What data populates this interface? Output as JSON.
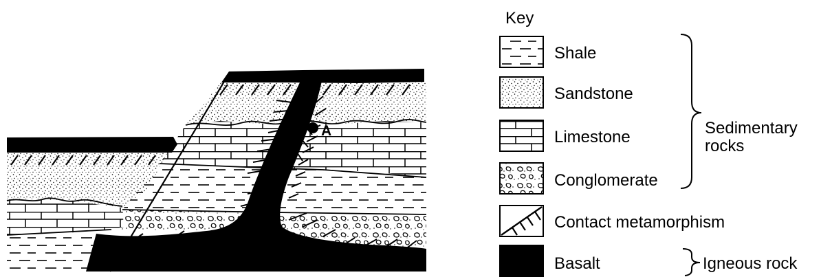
{
  "key": {
    "title": "Key",
    "items": [
      {
        "label": "Shale",
        "symbol": "shale-symbol"
      },
      {
        "label": "Sandstone",
        "symbol": "sandstone-symbol"
      },
      {
        "label": "Limestone",
        "symbol": "limestone-symbol"
      },
      {
        "label": "Conglomerate",
        "symbol": "conglomerate-symbol"
      },
      {
        "label": "Contact metamorphism",
        "symbol": "contact-metamorphism-symbol"
      },
      {
        "label": "Basalt",
        "symbol": "basalt-symbol"
      }
    ],
    "groups": [
      {
        "label_lines": [
          "Sedimentary",
          "rocks"
        ]
      },
      {
        "label_lines": [
          "Igneous rock"
        ]
      }
    ]
  },
  "point_label": "A",
  "colors": {
    "ink": "#000000",
    "paper": "#ffffff"
  }
}
